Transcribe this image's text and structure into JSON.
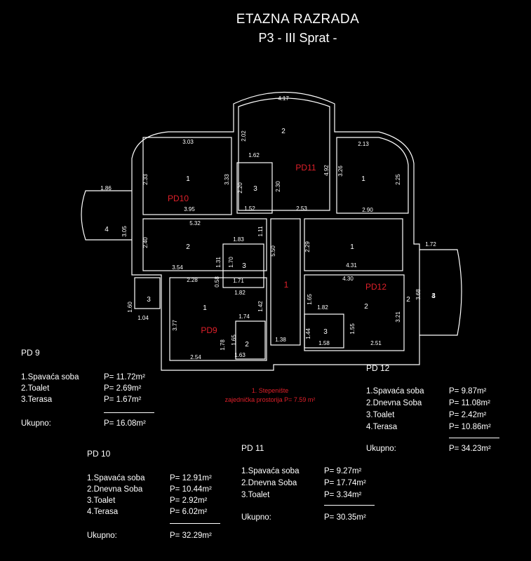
{
  "title": {
    "line1": "ETAZNA RAZRADA",
    "line2": "P3 - III Sprat -"
  },
  "plan": {
    "units": [
      "PD10",
      "PD11",
      "PD12",
      "PD9"
    ],
    "stair_number": "1",
    "room_numbers": [
      "1",
      "2",
      "3",
      "4",
      "1",
      "2",
      "3",
      "1",
      "2",
      "3",
      "4",
      "2",
      "3",
      "1",
      "2",
      "3"
    ],
    "dims": [
      "4.17",
      "2.02",
      "3.03",
      "2.33",
      "3.33",
      "1.62",
      "2.20",
      "2.30",
      "4.92",
      "3.26",
      "2.25",
      "2.13",
      "1.52",
      "2.53",
      "2.90",
      "3.95",
      "1.86",
      "3.05",
      "5.32",
      "1.11",
      "2.40",
      "1.83",
      "5.50",
      "2.29",
      "1.72",
      "1.31",
      "1.70",
      "3.54",
      "4.31",
      "0.58",
      "2.28",
      "1.71",
      "1.82",
      "4.30",
      "3.68",
      "1.65",
      "1.82",
      "1.42",
      "3.21",
      "1.60",
      "1.04",
      "3.77",
      "1.74",
      "1.55",
      "1.44",
      "1.65",
      "1.78",
      "1.38",
      "1.58",
      "2.51",
      "2.54",
      "1.63"
    ]
  },
  "pd9": {
    "header": "PD 9",
    "rows": [
      [
        "1.Spavaća soba",
        "P= 11.72m²"
      ],
      [
        "2.Toalet",
        "P= 2.69m²"
      ],
      [
        "3.Terasa",
        "P= 1.67m²"
      ]
    ],
    "total_label": "Ukupno:",
    "total": "P= 16.08m²"
  },
  "pd10": {
    "header": "PD 10",
    "rows": [
      [
        "1.Spavaća soba",
        "P= 12.91m²"
      ],
      [
        "2.Dnevna Soba",
        "P= 10.44m²"
      ],
      [
        "3.Toalet",
        "P= 2.92m²"
      ],
      [
        "4.Terasa",
        "P= 6.02m²"
      ]
    ],
    "total_label": "Ukupno:",
    "total": "P= 32.29m²"
  },
  "pd11": {
    "header": "PD 11",
    "rows": [
      [
        "1.Spavaća soba",
        "P= 9.27m²"
      ],
      [
        "2.Dnevna Soba",
        "P= 17.74m²"
      ],
      [
        "3.Toalet",
        "P= 3.34m²"
      ]
    ],
    "total_label": "Ukupno:",
    "total": "P= 30.35m²"
  },
  "pd12": {
    "header": "PD 12",
    "rows": [
      [
        "1.Spavaća soba",
        "P= 9.87m²"
      ],
      [
        "2.Dnevna Soba",
        "P= 11.08m²"
      ],
      [
        "3.Toalet",
        "P= 2.42m²"
      ],
      [
        "4.Terasa",
        "P= 10.86m²"
      ]
    ],
    "total_label": "Ukupno:",
    "total": "P= 34.23m²"
  },
  "stairs_note": {
    "line1": "1. Stepenište",
    "line2": "zajednička prostorija P= 7.59 m²"
  },
  "colors": {
    "background": "#000000",
    "wall": "#ffffff",
    "unit_label": "#e0202a"
  }
}
